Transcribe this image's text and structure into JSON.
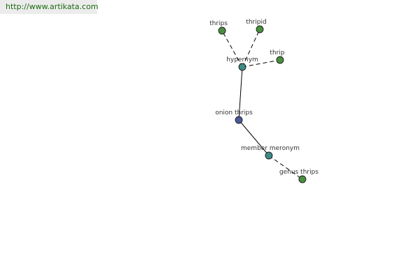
{
  "url_link": "http://www.artikata.com",
  "colors": {
    "central_node": "#4a5a9a",
    "relation_node": "#3f8a85",
    "term_node": "#4a8f3f",
    "link_text": "#1d6a12"
  },
  "graph": {
    "nodes": [
      {
        "id": "onion-thrips",
        "label": "onion thrips",
        "kind": "central"
      },
      {
        "id": "hypernym",
        "label": "hypernym",
        "kind": "relation"
      },
      {
        "id": "member-meronym",
        "label": "member meronym",
        "kind": "relation"
      },
      {
        "id": "thrips",
        "label": "thrips",
        "kind": "term"
      },
      {
        "id": "thripid",
        "label": "thripid",
        "kind": "term"
      },
      {
        "id": "thrip",
        "label": "thrip",
        "kind": "term"
      },
      {
        "id": "genus-thrips",
        "label": "genus thrips",
        "kind": "term"
      }
    ],
    "edges": [
      {
        "from": "onion-thrips",
        "to": "hypernym",
        "style": "solid"
      },
      {
        "from": "onion-thrips",
        "to": "member-meronym",
        "style": "solid"
      },
      {
        "from": "hypernym",
        "to": "thrips",
        "style": "dashed"
      },
      {
        "from": "hypernym",
        "to": "thripid",
        "style": "dashed"
      },
      {
        "from": "hypernym",
        "to": "thrip",
        "style": "dashed"
      },
      {
        "from": "member-meronym",
        "to": "genus-thrips",
        "style": "dashed"
      }
    ]
  }
}
